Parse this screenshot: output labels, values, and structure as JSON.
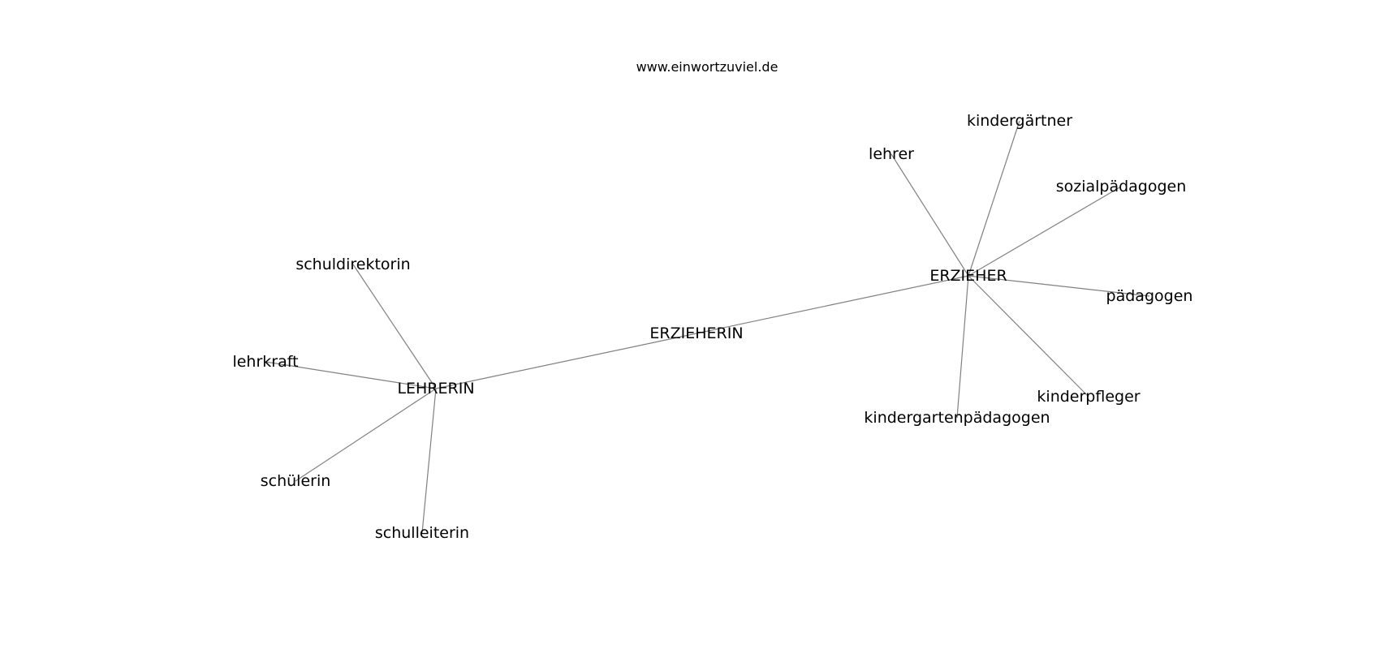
{
  "title": "www.einwortzuviel.de",
  "colors": {
    "edge": "#808080",
    "text": "#000000",
    "background": "#ffffff"
  },
  "nodes": [
    {
      "id": "lehrerin",
      "label": "LEHRERIN"
    },
    {
      "id": "erzieherin",
      "label": "ERZIEHERIN"
    },
    {
      "id": "erzieher",
      "label": "ERZIEHER"
    },
    {
      "id": "schuldirektorin",
      "label": "schuldirektorin"
    },
    {
      "id": "lehrkraft",
      "label": "lehrkraft"
    },
    {
      "id": "schuelerin",
      "label": "schülerin"
    },
    {
      "id": "schulleiterin",
      "label": "schulleiterin"
    },
    {
      "id": "lehrer",
      "label": "lehrer"
    },
    {
      "id": "kindergaertner",
      "label": "kindergärtner"
    },
    {
      "id": "sozialpaedagogen",
      "label": "sozialpädagogen"
    },
    {
      "id": "paedagogen",
      "label": "pädagogen"
    },
    {
      "id": "kinderpfleger",
      "label": "kinderpfleger"
    },
    {
      "id": "kindergartenpaedagogen",
      "label": "kindergartenpädagogen"
    }
  ],
  "edges": [
    [
      "lehrerin",
      "erzieherin"
    ],
    [
      "erzieherin",
      "erzieher"
    ],
    [
      "lehrerin",
      "schuldirektorin"
    ],
    [
      "lehrerin",
      "lehrkraft"
    ],
    [
      "lehrerin",
      "schuelerin"
    ],
    [
      "lehrerin",
      "schulleiterin"
    ],
    [
      "erzieher",
      "lehrer"
    ],
    [
      "erzieher",
      "kindergaertner"
    ],
    [
      "erzieher",
      "sozialpaedagogen"
    ],
    [
      "erzieher",
      "paedagogen"
    ],
    [
      "erzieher",
      "kinderpfleger"
    ],
    [
      "erzieher",
      "kindergartenpaedagogen"
    ]
  ]
}
